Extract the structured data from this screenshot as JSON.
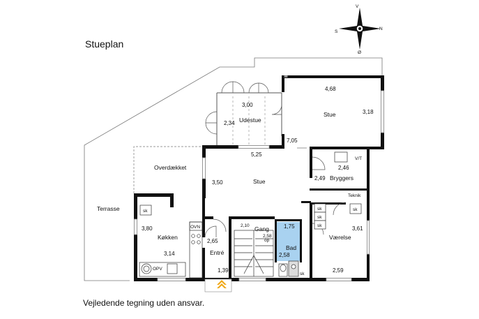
{
  "title": "Stueplan",
  "caption": "Vejledende tegning uden ansvar.",
  "compass": {
    "n": "N",
    "s": "S",
    "v": "V",
    "o": "Ø"
  },
  "rooms": {
    "udestue": "Udestue",
    "stue_top": "Stue",
    "stue_main": "Stue",
    "overdaekket": "Overdækket",
    "terrasse": "Terrasse",
    "koekken": "Køkken",
    "entre": "Entré",
    "gang": "Gang",
    "bad": "Bad",
    "vaerelse": "Værelse",
    "bryggers": "Bryggers",
    "teknik": "Teknik"
  },
  "dims": {
    "udestue_w": "3,00",
    "udestue_h": "2,34",
    "stue_top_w": "4,68",
    "stue_top_h": "3,18",
    "corner": "7,05",
    "stue_main_w": "5,25",
    "stue_main_h": "3,50",
    "bryggers_w": "2,46",
    "bryggers_h": "2,49",
    "koekken_h": "3,80",
    "koekken_w": "3,14",
    "entre_h": "2,65",
    "entre_w": "1,39",
    "gang_w": "2,10",
    "gang_h": "2,58",
    "bad_w": "1,75",
    "bad_h": "2,58",
    "vaerelse_h": "3,61",
    "vaerelse_w": "2,59"
  },
  "labels": {
    "sk": "sk",
    "ovn": "OVN",
    "opv": "OPV",
    "vt": "V/T",
    "op": "op"
  },
  "colors": {
    "wall": "#111111",
    "bath": "#a9d2f0",
    "window": "#9a9a9a",
    "entrance_arrow": "#f0a818"
  }
}
